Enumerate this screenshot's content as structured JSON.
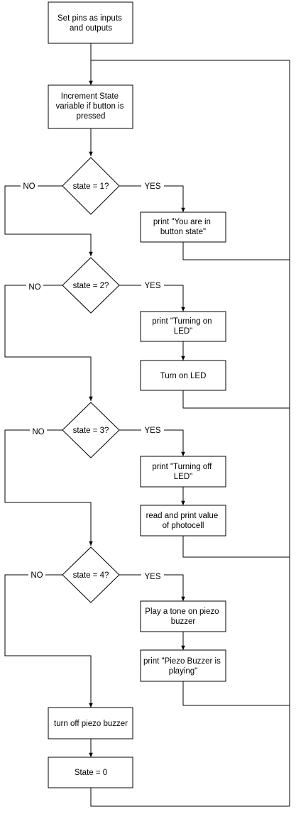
{
  "diagram": {
    "colors": {
      "stroke": "#000000",
      "fill": "#ffffff",
      "text": "#000000"
    },
    "nodes": {
      "setup": {
        "lines": [
          "Set pins as inputs",
          "and outputs"
        ]
      },
      "increment": {
        "lines": [
          "Increment State",
          "variable if button is",
          "pressed"
        ]
      },
      "d1": {
        "lines": [
          "state = 1?"
        ]
      },
      "print1": {
        "lines": [
          "print \"You are in",
          "button state\""
        ]
      },
      "d2": {
        "lines": [
          "state = 2?"
        ]
      },
      "print2": {
        "lines": [
          "print \"Turning on",
          "LED\""
        ]
      },
      "ledon": {
        "lines": [
          "Turn on LED"
        ]
      },
      "d3": {
        "lines": [
          "state = 3?"
        ]
      },
      "print3": {
        "lines": [
          "print \"Turning off",
          "LED\""
        ]
      },
      "photo": {
        "lines": [
          "read and print value",
          "of photocell"
        ]
      },
      "d4": {
        "lines": [
          "state = 4?"
        ]
      },
      "tone": {
        "lines": [
          "Play a tone on piezo",
          "buzzer"
        ]
      },
      "print4": {
        "lines": [
          "print \"Piezo Buzzer is",
          "playing\""
        ]
      },
      "buzzeroff": {
        "lines": [
          "turn off piezo buzzer"
        ]
      },
      "reset": {
        "lines": [
          "State = 0"
        ]
      }
    },
    "edge_labels": {
      "yes": "YES",
      "no": "NO"
    }
  }
}
